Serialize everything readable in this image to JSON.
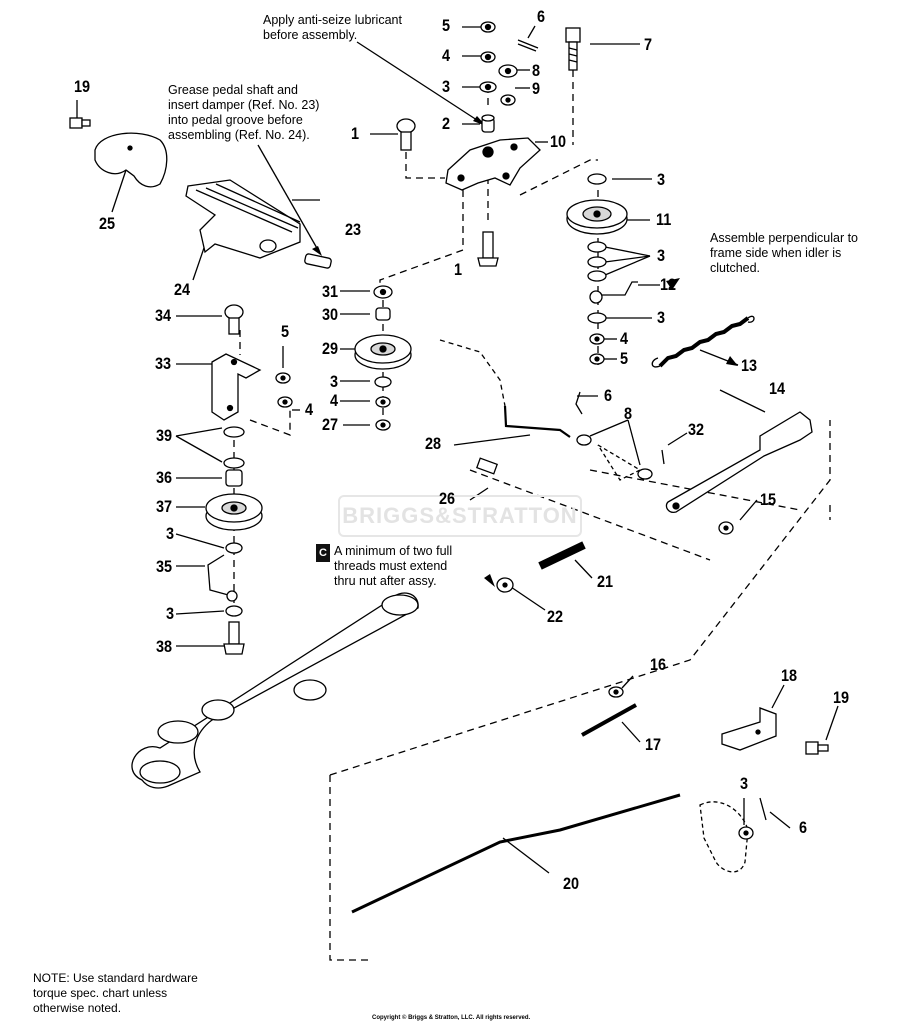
{
  "callouts": {
    "c1a": "1",
    "c1b": "1",
    "c2": "2",
    "c3a": "3",
    "c3b": "3",
    "c3c": "3",
    "c3d": "3",
    "c3e": "3",
    "c3f": "3",
    "c3g": "3",
    "c3h": "3",
    "c4a": "4",
    "c4b": "4",
    "c4c": "4",
    "c4d": "4",
    "c5a": "5",
    "c5b": "5",
    "c5c": "5",
    "c6a": "6",
    "c6b": "6",
    "c6c": "6",
    "c7": "7",
    "c8a": "8",
    "c8b": "8",
    "c9": "9",
    "c10": "10",
    "c11": "11",
    "c12": "12",
    "c13": "13",
    "c14": "14",
    "c15": "15",
    "c16": "16",
    "c17": "17",
    "c18": "18",
    "c19a": "19",
    "c19b": "19",
    "c20": "20",
    "c21": "21",
    "c22": "22",
    "c23": "23",
    "c24": "24",
    "c25": "25",
    "c26": "26",
    "c27": "27",
    "c28": "28",
    "c29": "29",
    "c30": "30",
    "c31": "31",
    "c32": "32",
    "c33": "33",
    "c34": "34",
    "c35": "35",
    "c36": "36",
    "c37": "37",
    "c38": "38",
    "c39": "39"
  },
  "notes": {
    "anti_seize": "Apply anti-seize lubricant\nbefore assembly.",
    "grease_pedal": "Grease pedal shaft and\ninsert damper (Ref. No. 23)\ninto pedal groove before\nassembling (Ref. No. 24).",
    "perpendicular": "Assemble perpendicular to\nframe side when idler is\nclutched.",
    "threads": "A minimum of two full\nthreads must extend\nthru nut after assy.",
    "threads_badge": "C"
  },
  "watermark": "BRIGGS&STRATTON",
  "footnote": "NOTE: Use standard hardware\ntorque spec. chart unless\notherwise noted.",
  "copyright": "Copyright © Briggs & Stratton, LLC. All rights reserved.",
  "colors": {
    "ink": "#000000",
    "watermark": "#e3e3e3",
    "part_fill": "#ffffff",
    "part_shade": "#d8d8d8"
  }
}
